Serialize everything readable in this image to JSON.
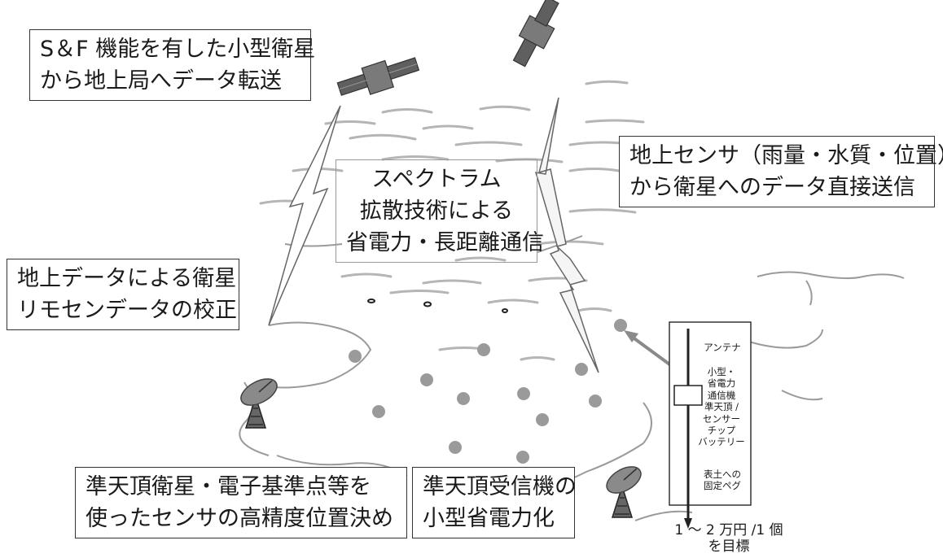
{
  "callouts": {
    "sf_transfer": [
      "S＆F 機能を有した小型衛星",
      "から地上局へデータ転送"
    ],
    "spread_spectrum": [
      "スペクトラム",
      "拡散技術による",
      "省電力・長距離通信"
    ],
    "ground_sensor": [
      "地上センサ（雨量・水質・位置）",
      "から衛星へのデータ直接送信"
    ],
    "calibration": [
      "地上データによる衛星",
      "リモセンデータの校正"
    ],
    "positioning": [
      "準天頂衛星・電子基準点等を",
      "使ったセンサの高精度位置決め"
    ],
    "receiver": [
      "準天頂受信機の",
      "小型省電力化"
    ]
  },
  "device": {
    "antenna": "アンテナ",
    "module": [
      "小型・",
      "省電力",
      "通信機",
      "準天頂 /",
      "センサー",
      "チップ",
      "バッテリー"
    ],
    "peg": [
      "表土への",
      "固定ペグ"
    ]
  },
  "cost_target": [
    "1 ～ 2 万円 /1 個",
    "を目標"
  ],
  "colors": {
    "sensor_dot": "#9a9a9a",
    "satellite": "#6a6a6a",
    "box_border": "#333333",
    "map_line": "#aaaaaa"
  }
}
